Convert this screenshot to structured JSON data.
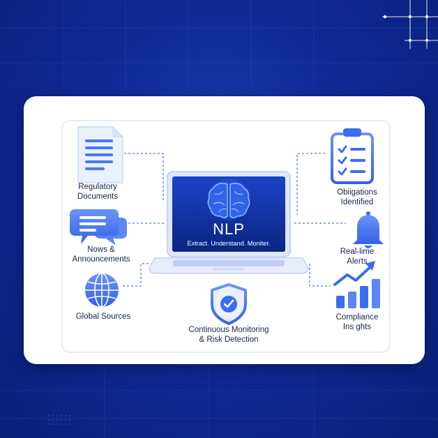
{
  "left_items": [
    {
      "line1": "Regulatory",
      "line2": "Documents",
      "icon": "document-icon"
    },
    {
      "line1": "Nows &",
      "line2": "Announcements",
      "icon": "chat-bubbles-icon"
    },
    {
      "line1": "Global Sources",
      "line2": "",
      "icon": "globe-icon"
    }
  ],
  "right_items": [
    {
      "line1": "Obiigations",
      "line2": "Identified",
      "icon": "checklist-icon"
    },
    {
      "line1": "Real-lime",
      "line2": "Alerts",
      "icon": "bell-icon"
    },
    {
      "line1": "Compliance",
      "line2": "Ins ghts",
      "icon": "bar-chart-trend-icon"
    }
  ],
  "laptop": {
    "title": "NLP",
    "subtitle": "Extract. Understand. Moniter.",
    "icon": "brain-icon"
  },
  "bottom": {
    "line1": "Continuous Monitoring",
    "line2": "& Risk Detection",
    "icon": "shield-check-icon"
  },
  "colors": {
    "background": "#0f2a96",
    "accent": "#3d6cf0",
    "icon_blue": "#4a78f2",
    "screen": "#0b2a8a",
    "text": "#16254a"
  }
}
